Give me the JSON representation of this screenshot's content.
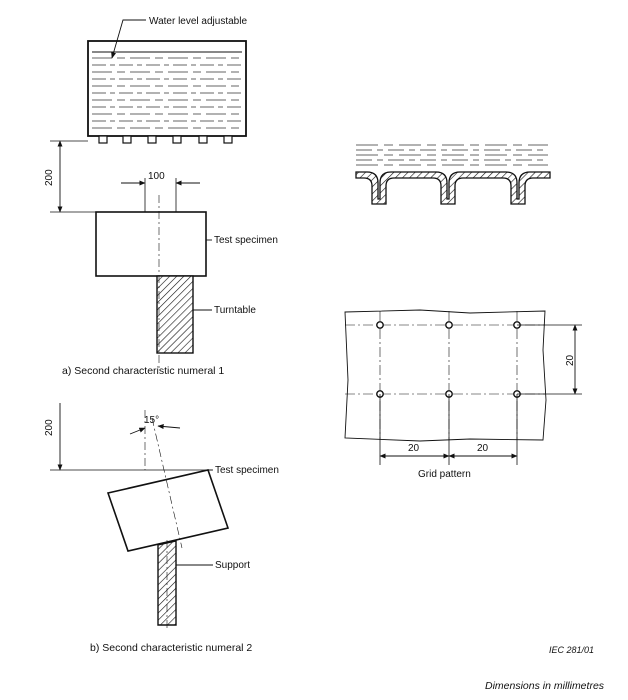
{
  "labels": {
    "water_level": "Water level adjustable",
    "test_specimen_a": "Test specimen",
    "turntable": "Turntable",
    "test_specimen_b": "Test specimen",
    "support": "Support",
    "grid_pattern": "Grid pattern"
  },
  "dimensions": {
    "height_a": "200",
    "width_a": "100",
    "height_b": "200",
    "angle_b": "15°",
    "grid_vertical": "20",
    "grid_h1": "20",
    "grid_h2": "20"
  },
  "captions": {
    "a": "a) Second characteristic numeral 1",
    "b": "b)  Second characteristic numeral 2"
  },
  "reference": "IEC   281/01",
  "footer": "Dimensions in millimetres"
}
